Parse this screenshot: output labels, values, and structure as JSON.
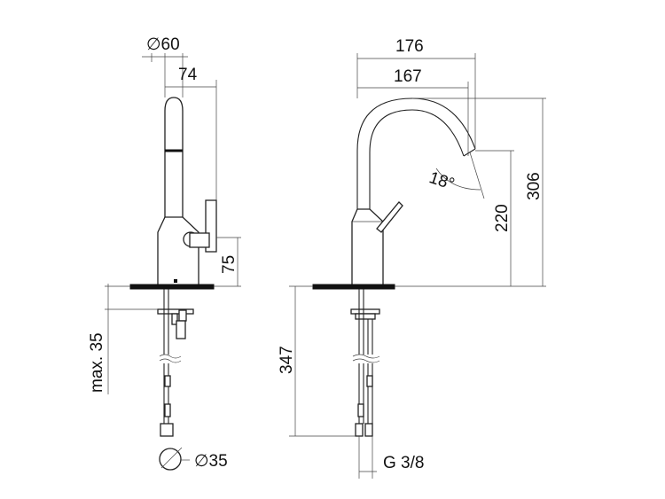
{
  "labels": {
    "diameter_top": "∅60",
    "width_74": "74",
    "height_75": "75",
    "max_35": "max. 35",
    "diameter_bottom": "∅35",
    "width_176": "176",
    "width_167": "167",
    "angle": "18°",
    "height_220": "220",
    "height_306": "306",
    "height_347": "347",
    "thread": "G 3/8"
  }
}
